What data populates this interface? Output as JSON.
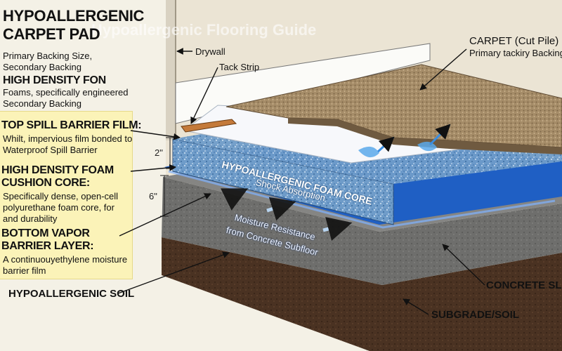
{
  "watermark": "Hypoallergenic Flooring Guide",
  "left_panel": {
    "title_line1": "HYPOALLERGENIC",
    "title_line2": "CARPET PAD",
    "backing_line1": "Primary Backing Size,",
    "backing_line2": "Secondary Backing",
    "hd_title": "HIGH DENSITY FON",
    "hd_line1": "Foams, specifically engineered",
    "hd_line2": "Secondary Backing",
    "spill_title": "TOP SPILL BARRIER FILM:",
    "spill_line1": "Whilt, impervious film bonded to",
    "spill_line2": "Waterproof Spill Barrier",
    "core_title_line1": "HIGH DENSITY FOAM",
    "core_title_line2": "CUSHION CORE:",
    "core_line1": "Specifically dense, open-cell",
    "core_line2": "polyurethane foam core, for",
    "core_line3": "and durability",
    "vapor_title_line1": "BOTTOM VAPOR",
    "vapor_title_line2": "BARRIER LAYER:",
    "vapor_line1": "A continuouyethylene moisture",
    "vapor_line2": "barrier film"
  },
  "labels": {
    "drywall": "Drywall",
    "tack_strip": "Tack Strip",
    "carpet_title": "CARPET (Cut Pile)",
    "carpet_sub": "Primary tackiry Backing",
    "foam_core": "HYPOALLERGENIC FOAM CORE",
    "shock": "Shock Absorption",
    "moisture_line1": "Moisture Resistance",
    "moisture_line2": "from Concrete Subfloor",
    "soil_left": "HYPOALLERGENIC SOIL",
    "concrete": "CONCRETE SLAB",
    "subgrade": "SUBGRADE/SOIL",
    "dim_top": "2\"",
    "dim_bottom": "6\""
  }
}
